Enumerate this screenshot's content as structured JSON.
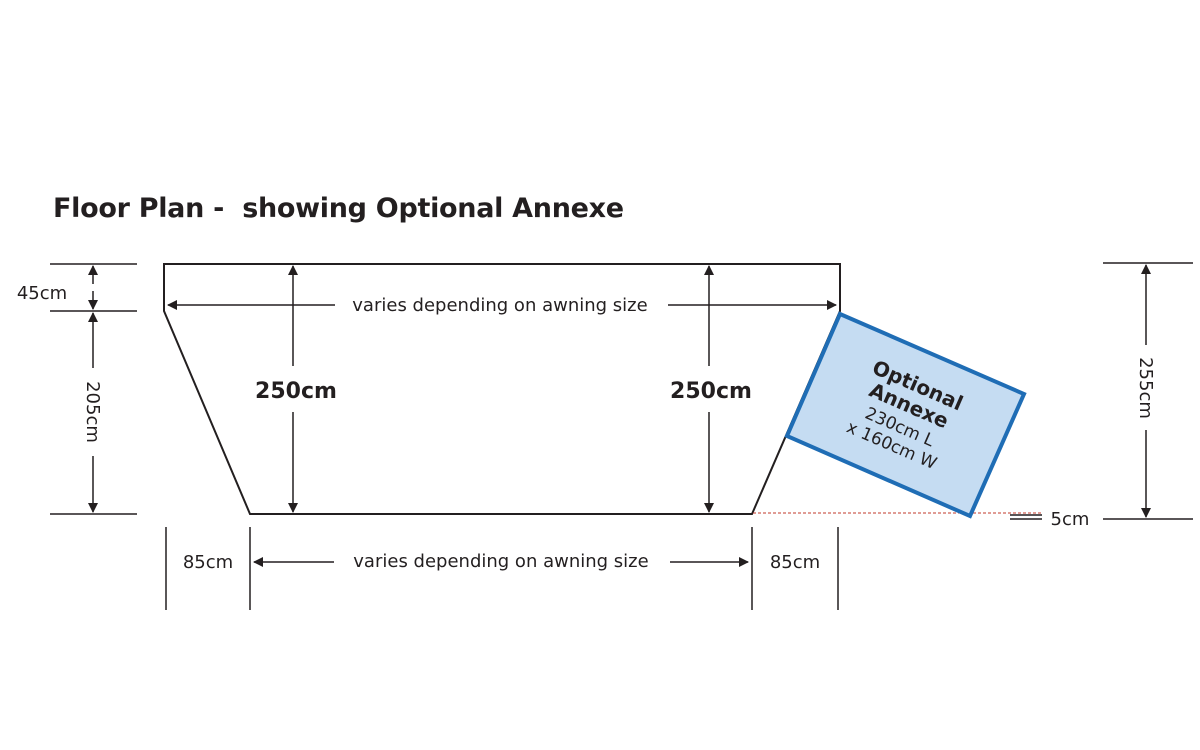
{
  "title": "Floor Plan -  showing Optional Annexe",
  "labels": {
    "top_width": "varies depending on awning size",
    "bottom_width": "varies depending on awning size",
    "height_left": "250cm",
    "height_right": "250cm",
    "front_depth": "45cm",
    "side_depth": "205cm",
    "left_offset": "85cm",
    "right_offset": "85cm",
    "overall_height": "255cm",
    "annexe_gap": "5cm"
  },
  "annexe": {
    "title_line1": "Optional",
    "title_line2": "Annexe",
    "dim_line1": "230cm L",
    "dim_line2": "x 160cm W"
  },
  "colors": {
    "outline": "#231f20",
    "annexe_fill": "#c5dcf2",
    "annexe_stroke": "#1f6db5",
    "dashed_line": "#c0392b"
  }
}
